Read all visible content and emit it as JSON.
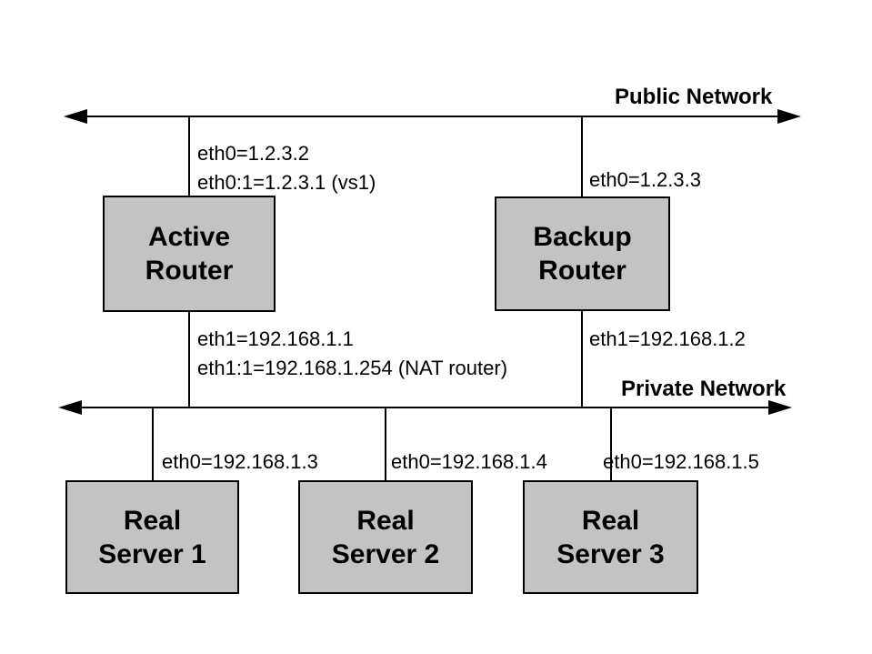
{
  "colors": {
    "background": "#ffffff",
    "wire": "#000000",
    "node_fill": "#c3c3c3",
    "node_border": "#000000"
  },
  "public_network": {
    "label": "Public Network"
  },
  "private_network": {
    "label": "Private Network"
  },
  "nodes": {
    "active_router": {
      "line1": "Active",
      "line2": "Router",
      "eth0": "eth0=1.2.3.2",
      "eth0_alias": "eth0:1=1.2.3.1 (vs1)",
      "eth1": "eth1=192.168.1.1",
      "eth1_alias": "eth1:1=192.168.1.254 (NAT router)"
    },
    "backup_router": {
      "line1": "Backup",
      "line2": "Router",
      "eth0": "eth0=1.2.3.3",
      "eth1": "eth1=192.168.1.2"
    },
    "real_server_1": {
      "line1": "Real",
      "line2": "Server 1",
      "eth0": "eth0=192.168.1.3"
    },
    "real_server_2": {
      "line1": "Real",
      "line2": "Server 2",
      "eth0": "eth0=192.168.1.4"
    },
    "real_server_3": {
      "line1": "Real",
      "line2": "Server 3",
      "eth0": "eth0=192.168.1.5"
    }
  }
}
